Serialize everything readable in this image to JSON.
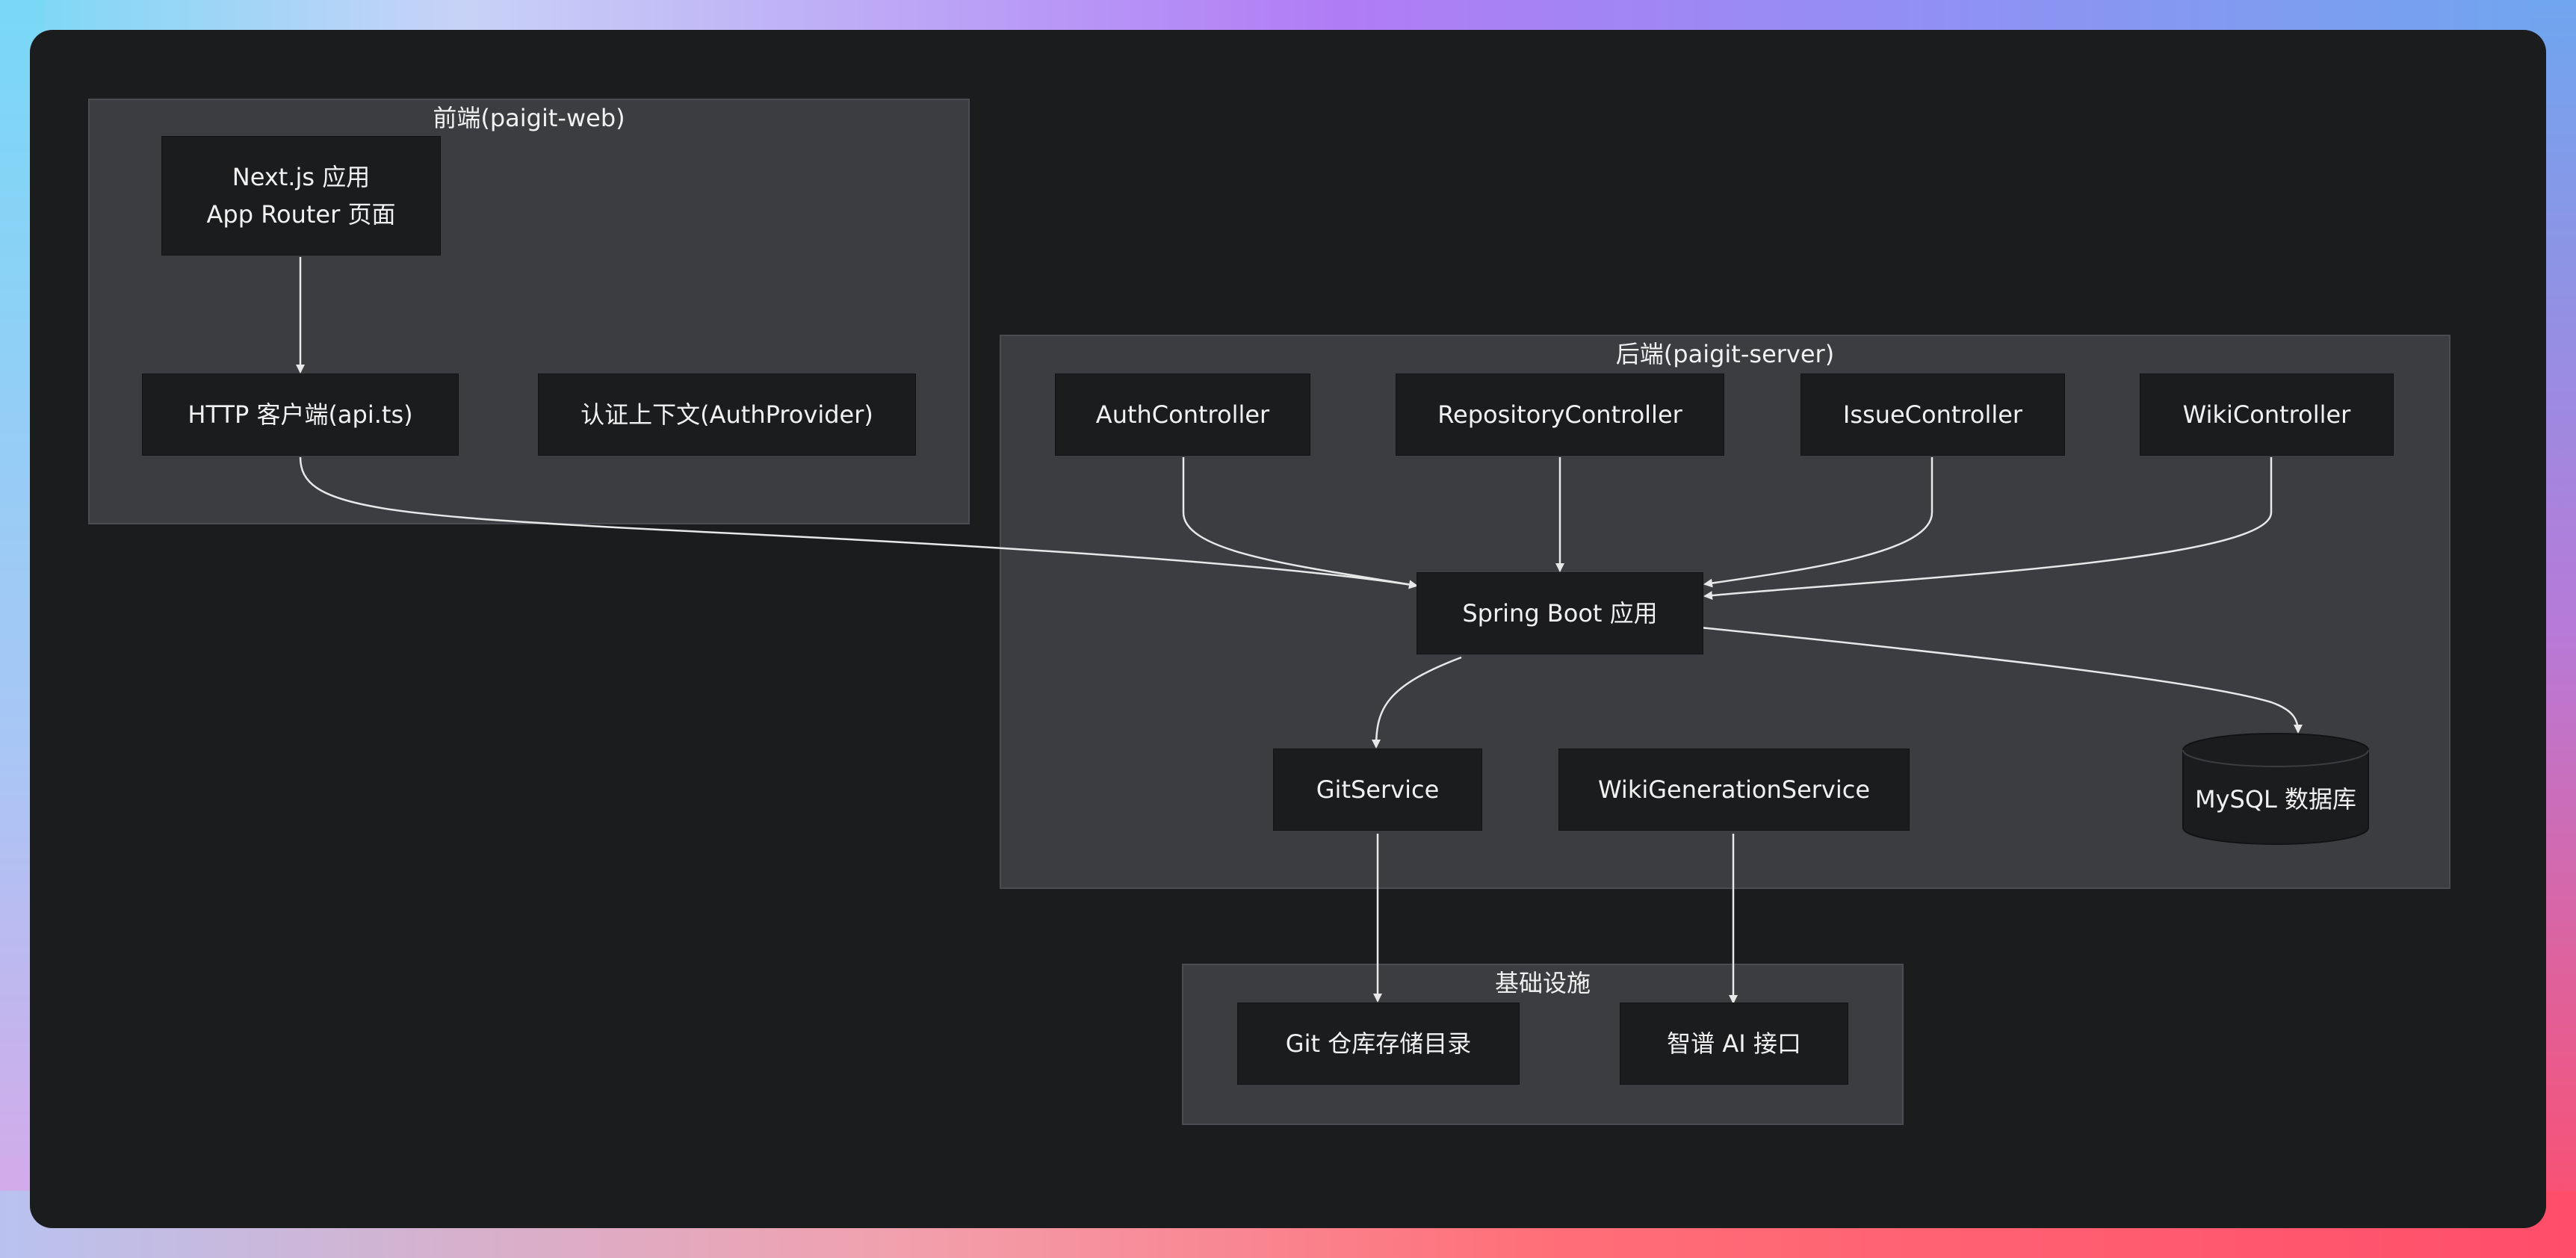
{
  "clusters": {
    "frontend": {
      "title": "前端(paigit-web)"
    },
    "backend": {
      "title": "后端(paigit-server)"
    },
    "infra": {
      "title": "基础设施"
    }
  },
  "nodes": {
    "nextjs": {
      "line1": "Next.js 应用",
      "line2": "App Router 页面"
    },
    "http_client": {
      "label": "HTTP 客户端(api.ts)"
    },
    "auth_provider": {
      "label": "认证上下文(AuthProvider)"
    },
    "auth_controller": {
      "label": "AuthController"
    },
    "repository_controller": {
      "label": "RepositoryController"
    },
    "issue_controller": {
      "label": "IssueController"
    },
    "wiki_controller": {
      "label": "WikiController"
    },
    "spring_boot": {
      "label": "Spring Boot 应用"
    },
    "git_service": {
      "label": "GitService"
    },
    "wiki_generation_service": {
      "label": "WikiGenerationService"
    },
    "mysql": {
      "label": "MySQL 数据库"
    },
    "git_storage": {
      "label": "Git 仓库存储目录"
    },
    "zhipu_ai": {
      "label": "智谱 AI 接口"
    }
  },
  "colors": {
    "canvas": "#1b1c1e",
    "cluster": "#3b3d41",
    "node": "#1b1c1e",
    "edge": "#e8e8e8",
    "text": "#f1f1f1"
  }
}
